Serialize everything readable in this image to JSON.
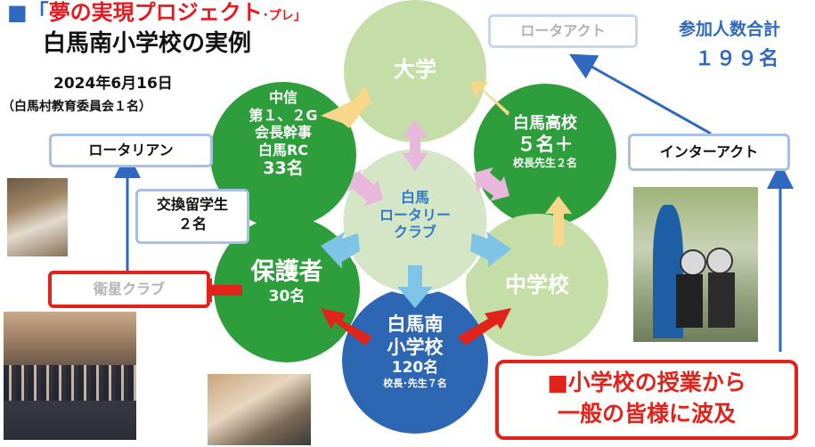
{
  "header": {
    "prefix": "■「",
    "project": "夢の実現プロジェクト",
    "pre": "･プレ」",
    "subtitle": "白馬南小学校の実例",
    "date": "2024年6月16日",
    "org": "（白馬村教育委員会１名）"
  },
  "total": {
    "label": "参加人数合計",
    "value": "１９９名"
  },
  "center": {
    "lines": [
      "白馬",
      "ロータリー",
      "クラブ"
    ]
  },
  "nodes": {
    "university": "大学",
    "chushin": [
      "中信",
      "第１、２G",
      "会長幹事",
      "白馬RC",
      "33名"
    ],
    "highschool": [
      "白馬高校",
      "５名＋",
      "校長先生２名"
    ],
    "parents": [
      "保護者",
      "30名"
    ],
    "juniorhigh": "中学校",
    "elementary": [
      "白馬南",
      "小学校",
      "120名",
      "校長･先生７名"
    ]
  },
  "boxes": {
    "rotaract": "ロータアクト",
    "rotarian": "ロータリアン",
    "interact": "インターアクト",
    "exchange": [
      "交換留学生",
      "２名"
    ],
    "satellite": "衛星クラブ"
  },
  "callout": [
    "■小学校の授業から",
    "一般の皆様に波及"
  ],
  "colors": {
    "title_red": "#e8191e",
    "circle_green": "#2e9e3c",
    "circle_light": "#c5dea8",
    "center_light": "#d4e6c5",
    "elementary_blue": "#2d66b3",
    "accent_blue": "#2e68c1",
    "callout_red": "#e0241b"
  }
}
